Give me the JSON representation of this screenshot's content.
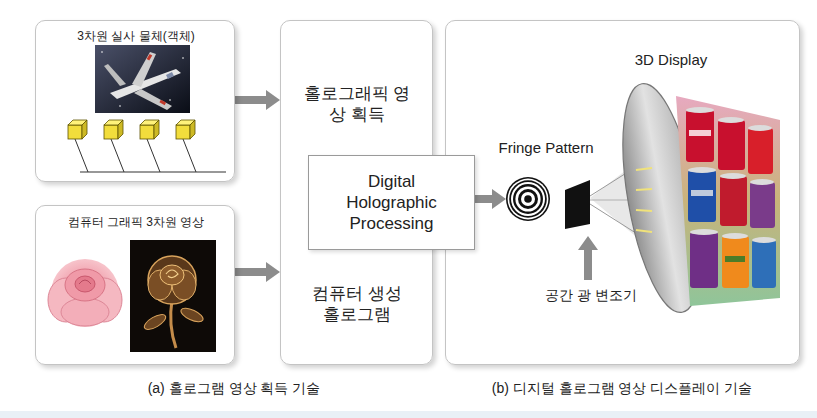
{
  "diagram": {
    "nodes": [
      {
        "text": [
          "3차원 실사 물체(객체)"
        ]
      },
      {
        "text": [
          "홀로그래픽 영상 획득",
          "컴퓨터 생성 홀로그램"
        ]
      },
      {
        "text": [
          "컴퓨터 그래픽 3차원 영상"
        ]
      },
      {
        "text": [
          "Digital Holographic Processing"
        ]
      },
      {
        "text": [
          "3D Display",
          "공간 광 변조기"
        ]
      },
      {
        "text": [
          "Fringe Pattern"
        ],
        "in": 4
      }
    ],
    "edges": [
      {
        "from": 0,
        "to": 1,
        "arrow": "to"
      },
      {
        "from": 2,
        "to": 1,
        "arrow": "to"
      },
      {
        "from": 3,
        "to": 5,
        "arrow": "to"
      }
    ],
    "labels": [
      "(a) 홀로그램 영상 획득 기술",
      "(b) 디지털 홀로그램 영상 디스플레이 기술"
    ]
  }
}
